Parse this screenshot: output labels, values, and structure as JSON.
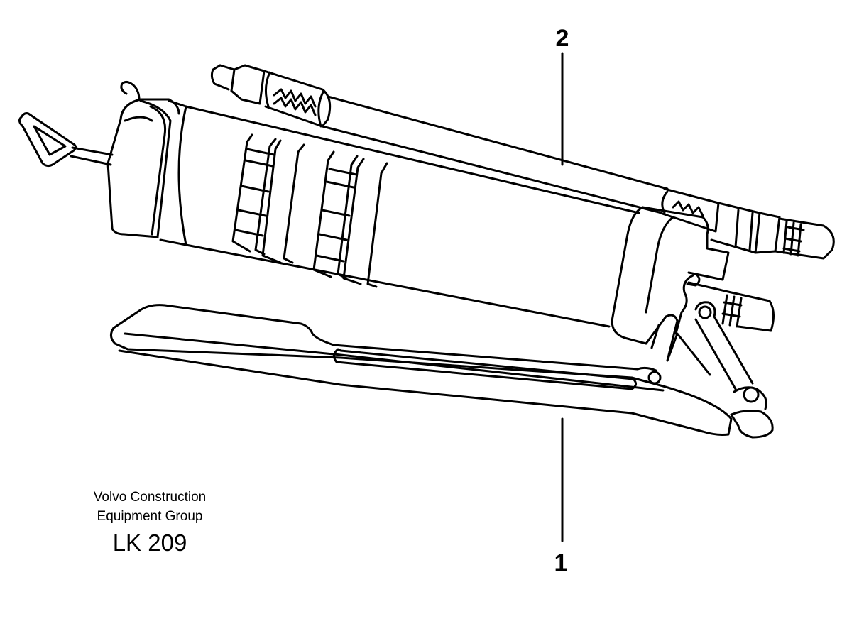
{
  "diagram": {
    "subject": "Grease gun",
    "stroke_color": "#000000",
    "background_color": "#ffffff"
  },
  "callouts": {
    "top_label": "2",
    "bottom_label": "1"
  },
  "caption": {
    "line1": "Volvo Construction",
    "line2": "Equipment Group",
    "code": "LK 209"
  }
}
